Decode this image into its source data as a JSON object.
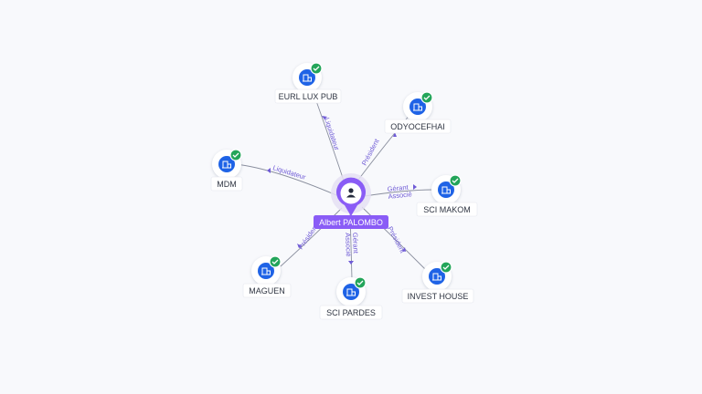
{
  "center": {
    "name": "Albert PALOMBO",
    "icon": "person-icon"
  },
  "companies": [
    {
      "name": "EURL LUX PUB",
      "role": "Liquidateur",
      "icon": "company-building-icon",
      "status": "verified"
    },
    {
      "name": "ODYOCEFHAI",
      "role": "Président",
      "icon": "company-building-icon",
      "status": "verified"
    },
    {
      "name": "MDM",
      "role": "Liquidateur",
      "icon": "company-building-icon",
      "status": "verified"
    },
    {
      "name": "SCI MAKOM",
      "role": "Gérant Associé",
      "icon": "company-building-icon",
      "status": "verified"
    },
    {
      "name": "MAGUEN",
      "role": "Président",
      "icon": "company-building-icon",
      "status": "verified"
    },
    {
      "name": "SCI PARDES",
      "role": "Gérant Associé",
      "icon": "company-building-icon",
      "status": "verified"
    },
    {
      "name": "INVEST HOUSE",
      "role": "Président",
      "icon": "company-building-icon",
      "status": "verified"
    }
  ],
  "colors": {
    "center_pin": "#8a5cf6",
    "company_icon": "#1f63e6",
    "verified_badge": "#23a55a",
    "edge_label": "#6f5bd6",
    "background": "#f8f9fc"
  }
}
